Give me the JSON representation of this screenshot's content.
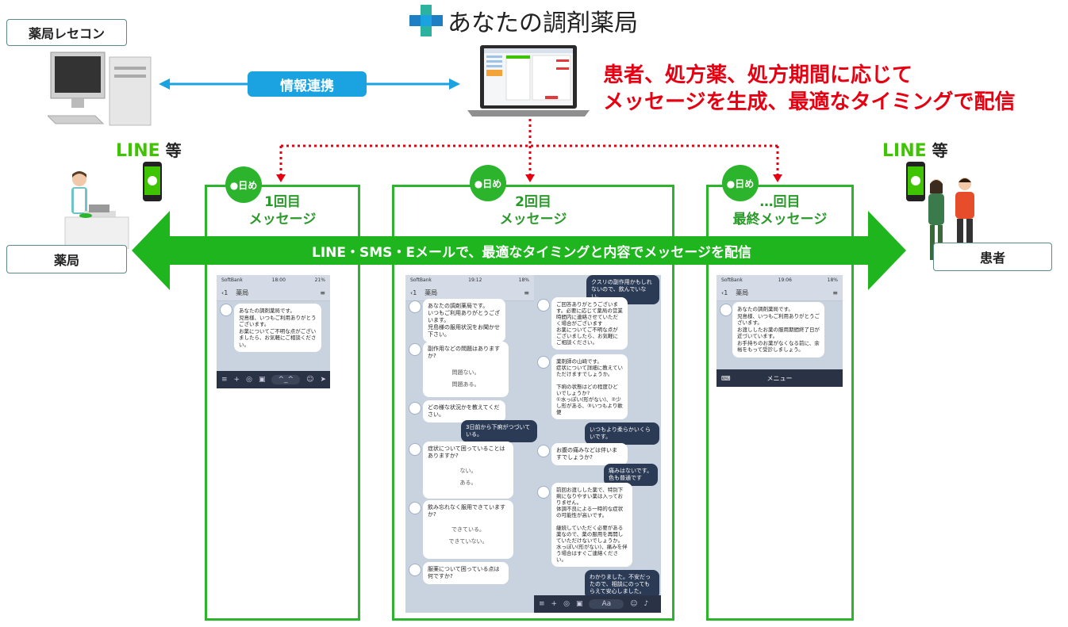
{
  "brand": {
    "name": "あなたの調剤薬局"
  },
  "receipt_system": {
    "label": "薬局レセコン"
  },
  "sync_label": "情報連携",
  "red_note": [
    "患者、処方薬、処方期間に応じて",
    "メッセージを生成、最適なタイミングで配信"
  ],
  "line_label_left": {
    "line": "LINE",
    "etc": "等"
  },
  "line_label_right": {
    "line": "LINE",
    "etc": "等"
  },
  "pharmacy": {
    "label": "薬局"
  },
  "patient": {
    "label": "患者"
  },
  "banner": "LINE・SMS・Eメールで、最適なタイミングと内容でメッセージを配信",
  "panels": [
    {
      "day": "●日め",
      "title1": "1回目",
      "title2": "メッセージ"
    },
    {
      "day": "●日め",
      "title1": "2回目",
      "title2": "メッセージ"
    },
    {
      "day": "●日め",
      "title1": "…回目",
      "title2": "最終メッセージ"
    }
  ],
  "phone1": {
    "carrier": "SoftBank",
    "time": "18:00",
    "battery": "21%",
    "back": "1",
    "chat": "薬局",
    "msg": "あなたの調剤薬局です。\n児島様、いつもご利用ありがとうございます。\nお薬についてご不明な点がございましたら、お気軽にご相談ください。",
    "input_placeholder": "^_^"
  },
  "phone2": {
    "carrier": "SoftBank",
    "time": "19:12",
    "battery": "18%",
    "back": "1",
    "chat": "薬局",
    "left": [
      {
        "text": "あなたの調剤薬局です。\nいつもご利用ありがとうございます。\n児島様の服用状況をお聞かせ下さい。"
      },
      {
        "text": "副作用などの問題はありますか?",
        "choices": [
          "問題ない。",
          "問題ある。"
        ]
      },
      {
        "text": "どの様な状況かを教えてください。"
      },
      {
        "text": "症状について困っていることはありますか?",
        "choices": [
          "ない。",
          "ある。"
        ]
      },
      {
        "text": "飲み忘れなく服用できていますか?",
        "choices": [
          "できている。",
          "できていない。"
        ]
      },
      {
        "text": "服薬について困っている点は何ですか?"
      }
    ],
    "right_me": [
      {
        "text": "クスリの副作用かもしれないので、飲んでいない。"
      },
      {
        "text": "3日前から下痢がつづいている。"
      },
      {
        "text": "いつもより柔らかいくらいです。"
      },
      {
        "text": "痛みはないです。\n色も普通です"
      },
      {
        "text": "わかりました。不安だったので、相談にのってもらえて安心しました。"
      }
    ],
    "right_bot": [
      {
        "text": "ご回答ありがとうございます。必要に応じて薬局の営業時間内に連絡させていただく場合がございます\nお薬についてご不明な点がございましたら、お気軽にご相談ください。"
      },
      {
        "text": "薬剤師の山崎です。\n症状について詳細に教えていただけますでしょうか。\n\n下痢の状態はどの程度ひどいでしょうか?\n①水っぽい(形がない)、②少し形がある、③いつもより軟便"
      },
      {
        "text": "お腹の痛みなどは伴いますでしょうか?"
      },
      {
        "text": "前回お渡しした薬で、特別下痢になりやすい薬は入っておりません。\n体調不良による一時的な症状の可能性が高いです。\n\n継続していただく必要がある薬なので、薬の服用を再開していただけないでしょうか。\n水っぽい(形がない)、痛みを伴う場合はすぐご連絡ください。"
      }
    ],
    "input_placeholder": "Aa"
  },
  "phone3": {
    "carrier": "SoftBank",
    "time": "19:06",
    "battery": "18%",
    "back": "1",
    "chat": "薬局",
    "msg": "あなたの調剤薬局です。\n児島様、いつもご利用ありがとうございます。\nお渡ししたお薬の服用期間終了日が近づいています。\nお手持ちのお薬がなくなる前に、余裕をもって受診しましょう。",
    "menu": "メニュー"
  },
  "colors": {
    "green": "#2cb52c",
    "red": "#e60012",
    "blue": "#1aa3e0",
    "line_green": "#3ec400"
  }
}
